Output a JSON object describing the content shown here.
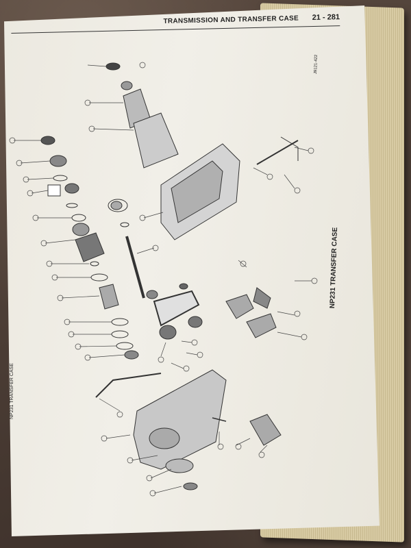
{
  "header": {
    "title": "TRANSMISSION AND TRANSFER CASE",
    "page_number": "21 - 281"
  },
  "section_label": "NP231 TRANSFER CASE",
  "left_margin_label": "NP231 TRANSFER CASE",
  "figure_reference": "J9121-422",
  "icons": {
    "diagram": "exploded-parts-diagram"
  }
}
